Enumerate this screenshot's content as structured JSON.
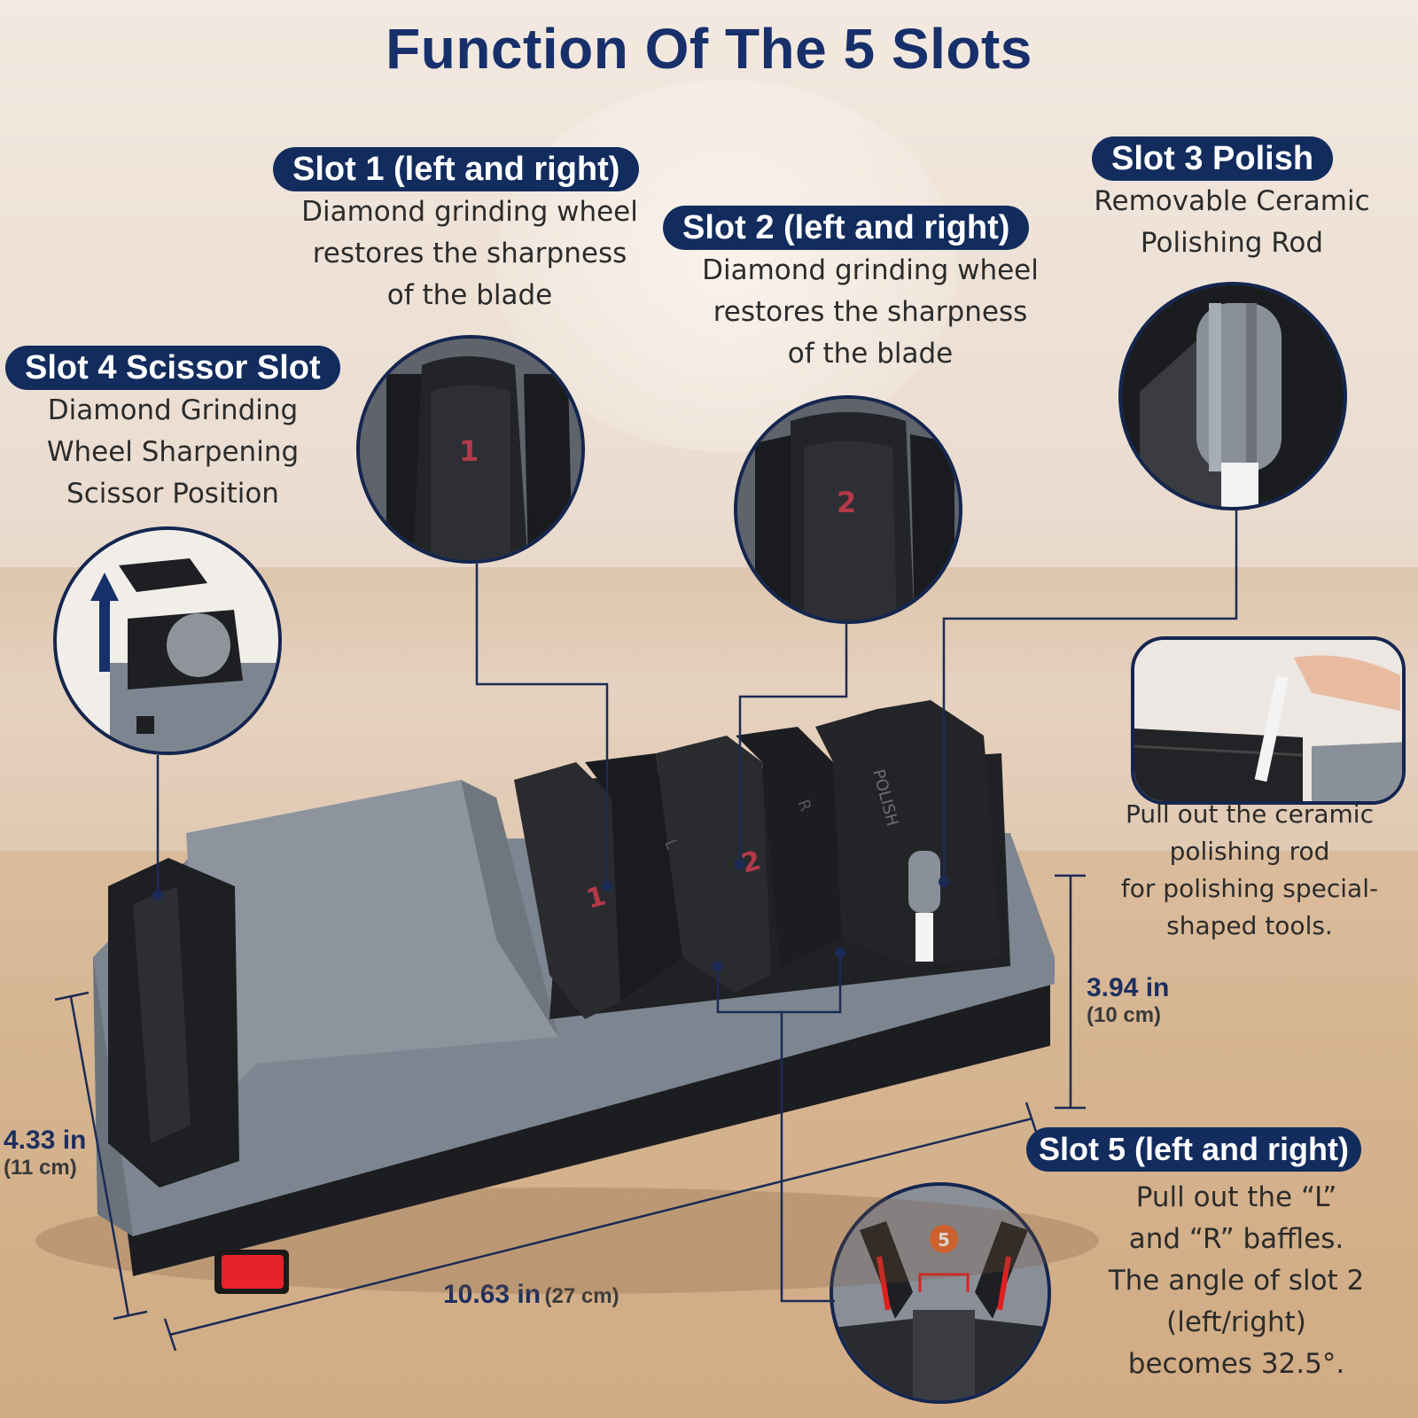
{
  "title": "Function Of The 5 Slots",
  "slots": {
    "slot1": {
      "label": "Slot 1  (left and right)",
      "lines": [
        "Diamond grinding wheel",
        "restores the sharpness",
        "of the blade"
      ],
      "marker": "1"
    },
    "slot2": {
      "label": "Slot 2  (left and right)",
      "lines": [
        "Diamond grinding wheel",
        "restores the sharpness",
        "of the blade"
      ],
      "marker": "2"
    },
    "slot3": {
      "label": "Slot 3 Polish",
      "lines": [
        "Removable Ceramic",
        "Polishing Rod"
      ]
    },
    "slot4": {
      "label": "Slot 4 Scissor Slot",
      "lines": [
        "Diamond Grinding",
        "Wheel Sharpening",
        "Scissor Position"
      ]
    },
    "slot5": {
      "label": "Slot 5 (left and right)",
      "lines": [
        "Pull out the “L”",
        "and “R” baffles.",
        "The angle of slot 2",
        "(left/right)",
        "becomes 32.5°."
      ],
      "marker": "5"
    }
  },
  "rod_note": {
    "lines": [
      "Pull out the ceramic",
      "polishing rod",
      "for polishing special-",
      "shaped tools."
    ]
  },
  "dimensions": {
    "height": {
      "value": "3.94 in",
      "unit": "(10 cm)"
    },
    "depth": {
      "value": "4.33 in",
      "unit": "(11 cm)"
    },
    "length": {
      "value": "10.63 in",
      "unit": "(27 cm)"
    }
  },
  "device_labels": {
    "polish": "POLISH",
    "left": "L",
    "right": "R"
  },
  "colors": {
    "navy": "#122c5e",
    "title": "#17306b",
    "body_gray": "#7d8590",
    "black": "#1c1d20",
    "marker_red": "#b23a4a",
    "switch_red": "#e8222a"
  }
}
